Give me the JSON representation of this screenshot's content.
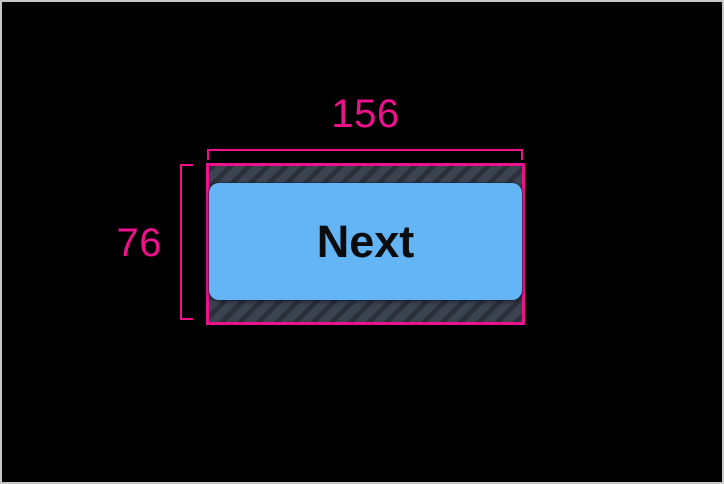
{
  "annotations": {
    "width_label": "156",
    "height_label": "76"
  },
  "button": {
    "label": "Next"
  },
  "colors": {
    "accent": "#ED118C",
    "button-fill": "#64B5F6",
    "button-text": "#0B0C0E",
    "hatch-fill": "#3C4350",
    "hatch-stripe": "#2B303B",
    "canvas-bg": "#000000",
    "canvas-border": "#C8C8C8"
  }
}
